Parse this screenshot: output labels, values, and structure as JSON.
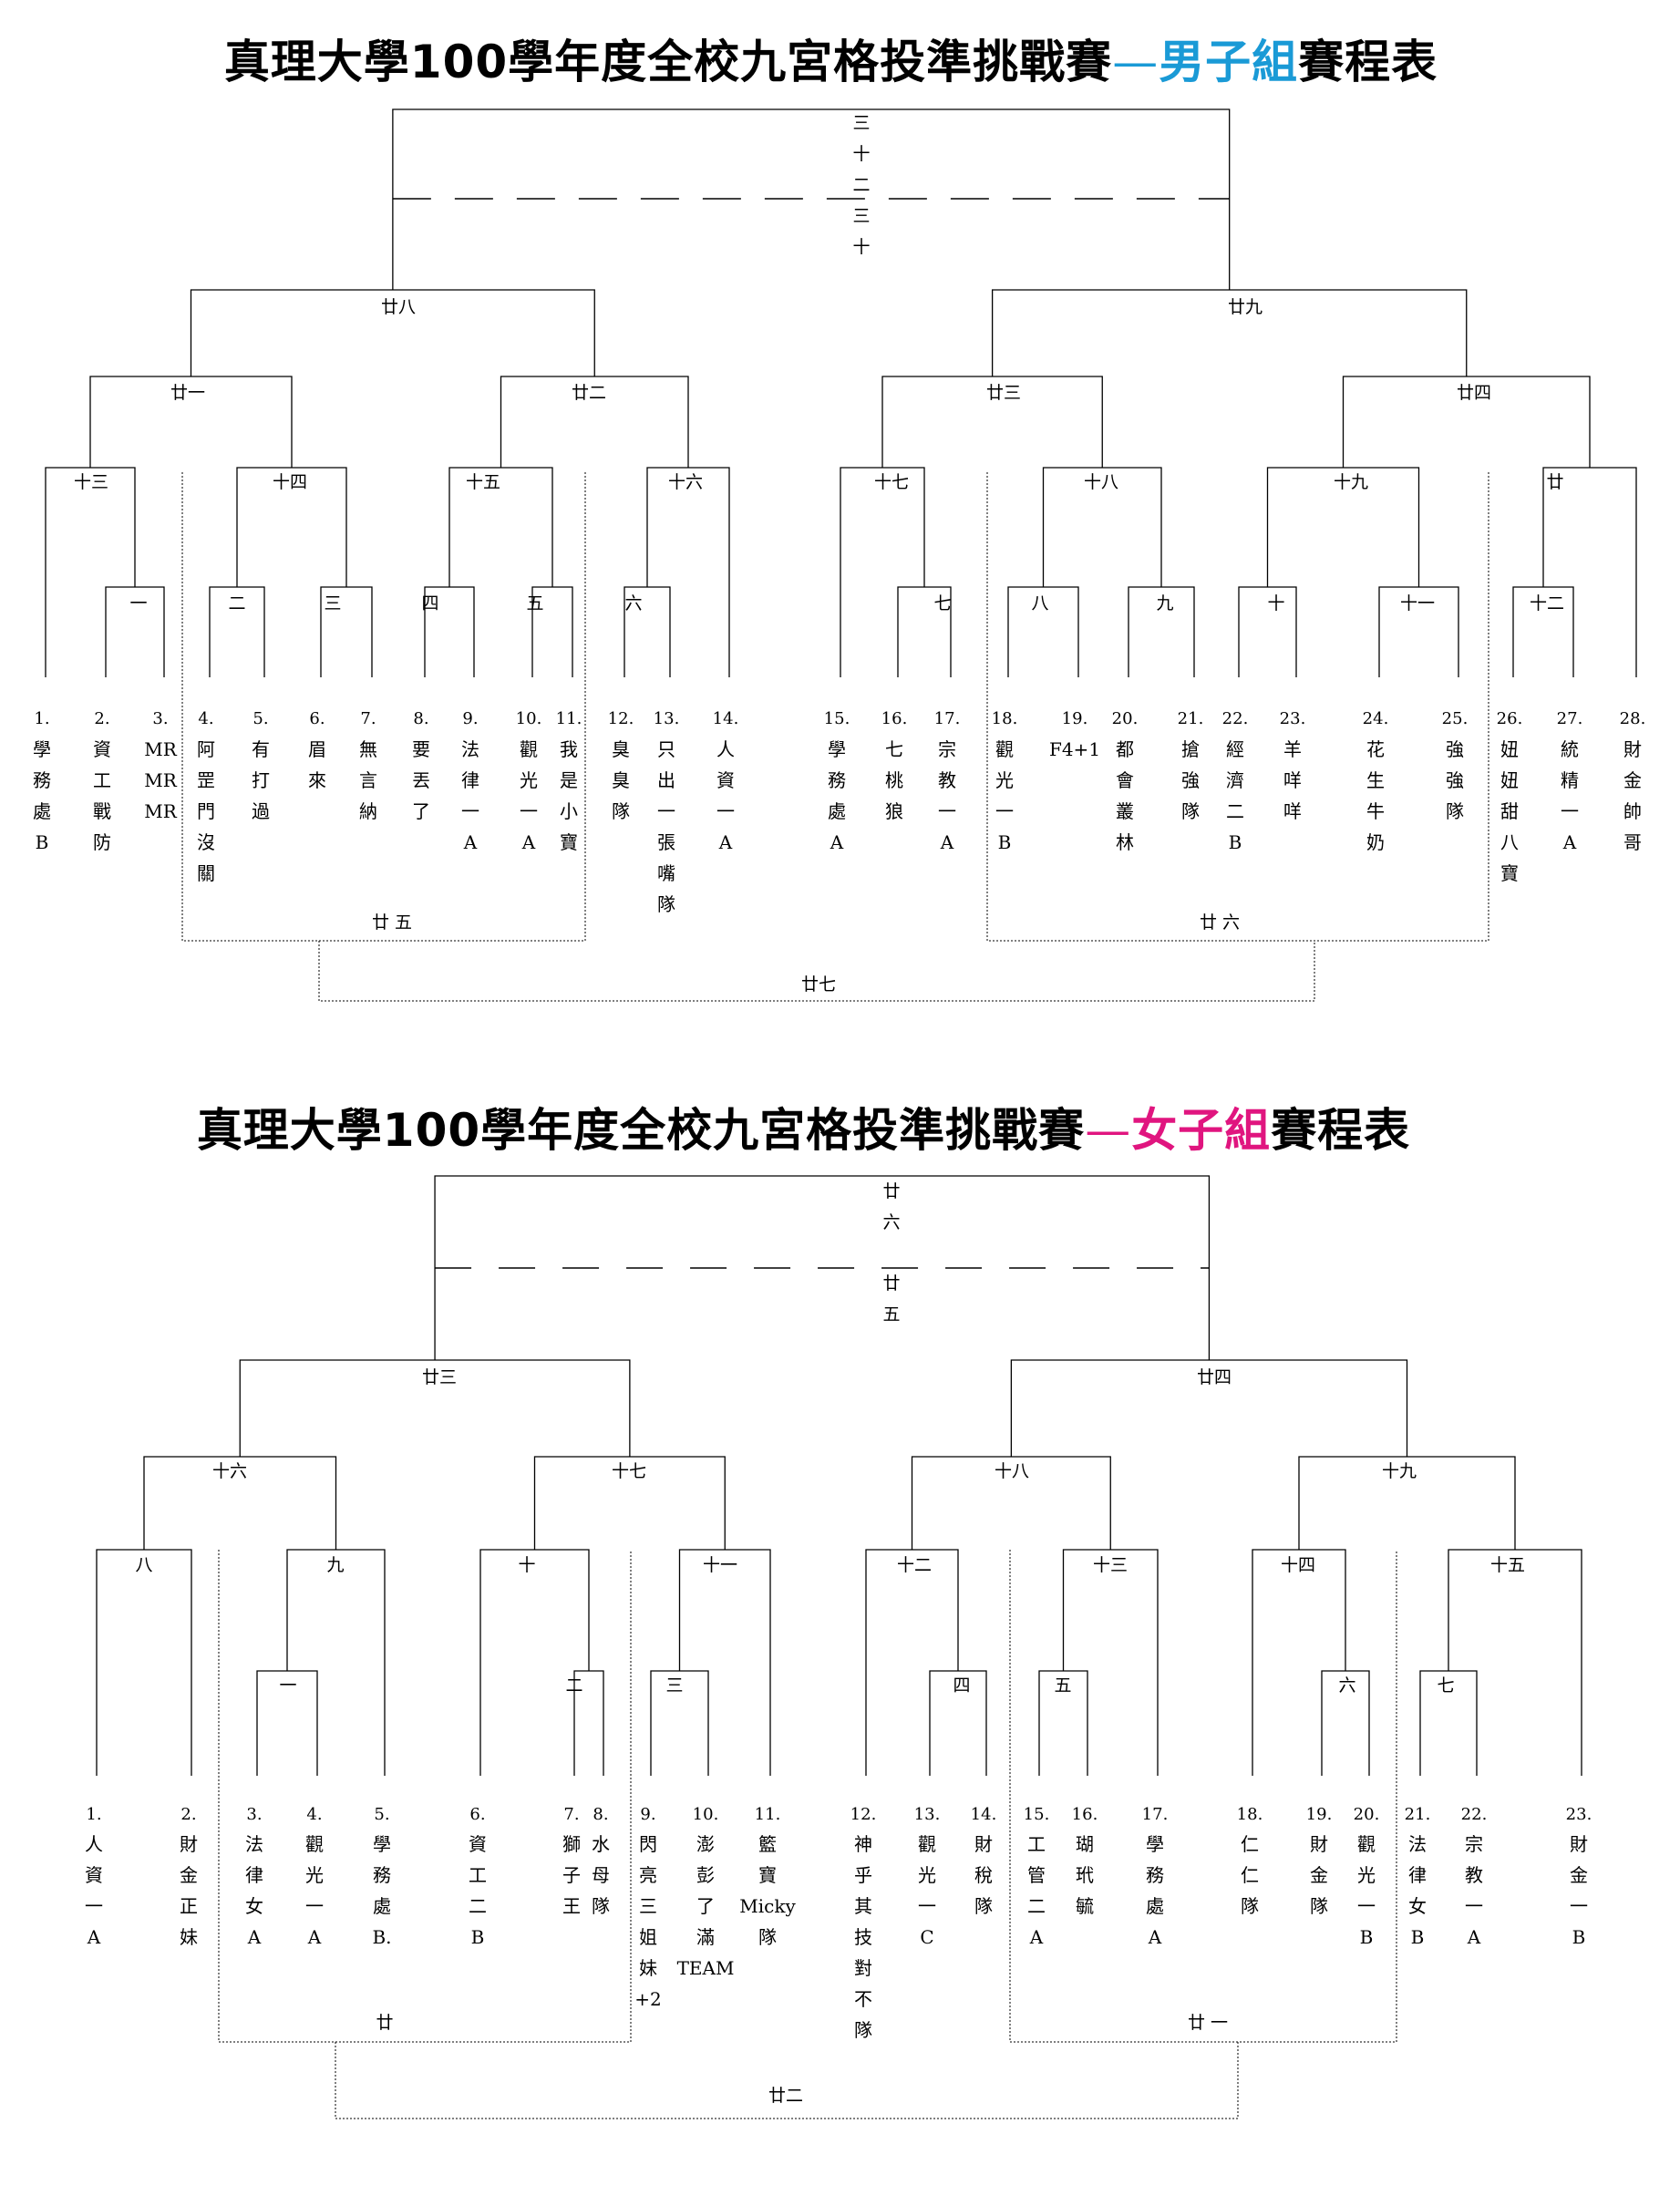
{
  "men": {
    "title_main": "真理大學100學年度全校九宮格投準挑戰賽",
    "title_dash": "—",
    "title_group": "男子組",
    "title_tail": "賽程表",
    "group_color": "#1a9ad6",
    "final_top": "三十",
    "final_bottom": "二三十",
    "teams": [
      {
        "num": "1.",
        "name": "學務處B"
      },
      {
        "num": "2.",
        "name": "資工戰防"
      },
      {
        "num": "3.",
        "name": "MR MR MR"
      },
      {
        "num": "4.",
        "name": "阿罡門沒關"
      },
      {
        "num": "5.",
        "name": "有打過"
      },
      {
        "num": "6.",
        "name": "眉來"
      },
      {
        "num": "7.",
        "name": "無言納"
      },
      {
        "num": "8.",
        "name": "要丟了"
      },
      {
        "num": "9.",
        "name": "法律一A"
      },
      {
        "num": "10.",
        "name": "觀光一A"
      },
      {
        "num": "11.",
        "name": "我是小寶"
      },
      {
        "num": "12.",
        "name": "臭臭隊"
      },
      {
        "num": "13.",
        "name": "只出一張嘴隊"
      },
      {
        "num": "14.",
        "name": "人資一A"
      },
      {
        "num": "15.",
        "name": "學務處A"
      },
      {
        "num": "16.",
        "name": "七桃狼"
      },
      {
        "num": "17.",
        "name": "宗教一A"
      },
      {
        "num": "18.",
        "name": "觀光一B"
      },
      {
        "num": "19.",
        "name": "F4+1"
      },
      {
        "num": "20.",
        "name": "都會叢林"
      },
      {
        "num": "21.",
        "name": "搶強隊"
      },
      {
        "num": "22.",
        "name": "經濟二B"
      },
      {
        "num": "23.",
        "name": "羊咩咩"
      },
      {
        "num": "24.",
        "name": "花生牛奶"
      },
      {
        "num": "25.",
        "name": "強強隊"
      },
      {
        "num": "26.",
        "name": "妞妞甜八寶"
      },
      {
        "num": "27.",
        "name": "統精一A"
      },
      {
        "num": "28.",
        "name": "財金帥哥"
      }
    ],
    "match_labels": [
      "一",
      "二",
      "三",
      "四",
      "五",
      "六",
      "七",
      "八",
      "九",
      "十",
      "十一",
      "十二",
      "十三",
      "十四",
      "十五",
      "十六",
      "十七",
      "十八",
      "十九",
      "廿",
      "廿一",
      "廿二",
      "廿三",
      "廿四",
      "廿 五",
      "廿 六",
      "廿七",
      "廿八",
      "廿九"
    ]
  },
  "women": {
    "title_main": "真理大學100學年度全校九宮格投準挑戰賽",
    "title_dash": "—",
    "title_group": "女子組",
    "title_tail": "賽程表",
    "group_color": "#e0157f",
    "final_top": "廿六",
    "final_bottom": "廿五",
    "teams": [
      {
        "num": "1.",
        "name": "人資一A"
      },
      {
        "num": "2.",
        "name": "財金正妹"
      },
      {
        "num": "3.",
        "name": "法律女A"
      },
      {
        "num": "4.",
        "name": "觀光一A"
      },
      {
        "num": "5.",
        "name": "學務處B."
      },
      {
        "num": "6.",
        "name": "資工二B"
      },
      {
        "num": "7.",
        "name": "獅子王"
      },
      {
        "num": "8.",
        "name": "水母隊"
      },
      {
        "num": "9.",
        "name": "閃亮三姐妹+2"
      },
      {
        "num": "10.",
        "name": "澎彭了滿TEAM"
      },
      {
        "num": "11.",
        "name": "籃寶Micky隊"
      },
      {
        "num": "12.",
        "name": "神乎其技對不隊"
      },
      {
        "num": "13.",
        "name": "觀光一C"
      },
      {
        "num": "14.",
        "name": "財稅隊"
      },
      {
        "num": "15.",
        "name": "工管二A"
      },
      {
        "num": "16.",
        "name": "瑚玳毓"
      },
      {
        "num": "17.",
        "name": "學務處A"
      },
      {
        "num": "18.",
        "name": "仁仁隊"
      },
      {
        "num": "19.",
        "name": "財金隊"
      },
      {
        "num": "20.",
        "name": "觀光一B"
      },
      {
        "num": "21.",
        "name": "法律女B"
      },
      {
        "num": "22.",
        "name": "宗教一A"
      },
      {
        "num": "23.",
        "name": "財金一B"
      }
    ],
    "match_labels": [
      "一",
      "二",
      "三",
      "四",
      "五",
      "六",
      "七",
      "八",
      "九",
      "十",
      "十一",
      "十二",
      "十三",
      "十四",
      "十五",
      "十六",
      "十七",
      "十八",
      "十九",
      "廿",
      "廿 一",
      "廿二",
      "廿三",
      "廿四"
    ]
  }
}
